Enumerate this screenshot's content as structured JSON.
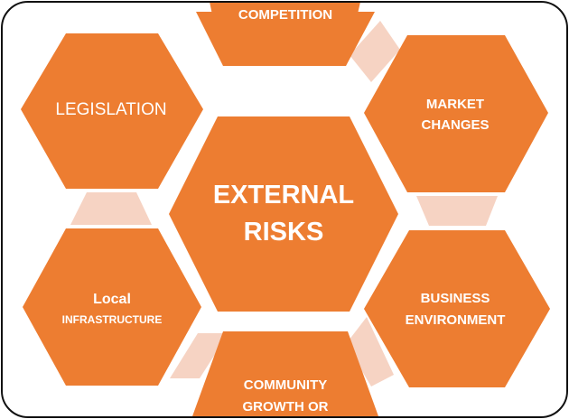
{
  "diagram": {
    "center": {
      "line1": "EXTERNAL",
      "line2": "RISKS"
    },
    "hexagons": {
      "competition": {
        "line1": "COMPETITION"
      },
      "legislation": {
        "line1": "LEGISLATION"
      },
      "market_changes": {
        "line1": "MARKET",
        "line2": "CHANGES"
      },
      "local_infrastructure": {
        "line1": "Local",
        "line2": "INFRASTRUCTURE"
      },
      "business_environment": {
        "line1": "BUSINESS",
        "line2": "ENVIRONMENT"
      },
      "community_growth": {
        "line1": "COMMUNITY",
        "line2": "GROWTH OR"
      }
    },
    "colors": {
      "hexagon_fill": "#ED7D31",
      "connector_fill": "#F6D3C3",
      "border": "#111111",
      "text": "#ffffff"
    }
  }
}
